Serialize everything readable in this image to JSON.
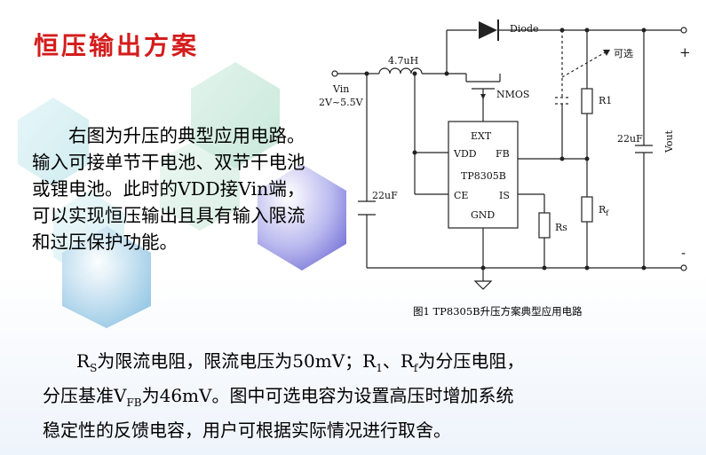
{
  "title": "恒压输出方案",
  "paragraph": "右图为升压的典型应用电路。输入可接单节干电池、双节干电池或锂电池。此时的VDD接Vin端，可以实现恒压输出且具有输入限流和过压保护功能。",
  "circuit": {
    "inductor_label": "4.7uH",
    "diode_label": "Diode",
    "optional_label": "可选",
    "nmos_label": "NMOS",
    "vin_label": "Vin",
    "vin_range": "2V~5.5V",
    "chip_pins": {
      "ext": "EXT",
      "vdd": "VDD",
      "fb": "FB",
      "chip": "TP8305B",
      "ce": "CE",
      "is": "IS",
      "gnd": "GND"
    },
    "cap_in": "22uF",
    "cap_out": "22uF",
    "r1_label": "R1",
    "rf_label": "R",
    "rf_sub": "f",
    "rs_label": "Rs",
    "vout_label": "Vout",
    "plus": "+",
    "minus": "-"
  },
  "caption": "图1 TP8305B升压方案典型应用电路",
  "bottom": {
    "rs": "R",
    "rs_sub": "S",
    "t1": "为限流电阻，限流电压为50mV；R",
    "r1_sub": "1",
    "t2": "、R",
    "rf_sub": "f",
    "t3": "为分压电阻，",
    "t4": "分压基准V",
    "vfb_sub": "FB",
    "t5": "为46mV。图中可选电容为设置高压时增加系统",
    "t6": "稳定性的反馈电容，用户可根据实际情况进行取舍。"
  }
}
